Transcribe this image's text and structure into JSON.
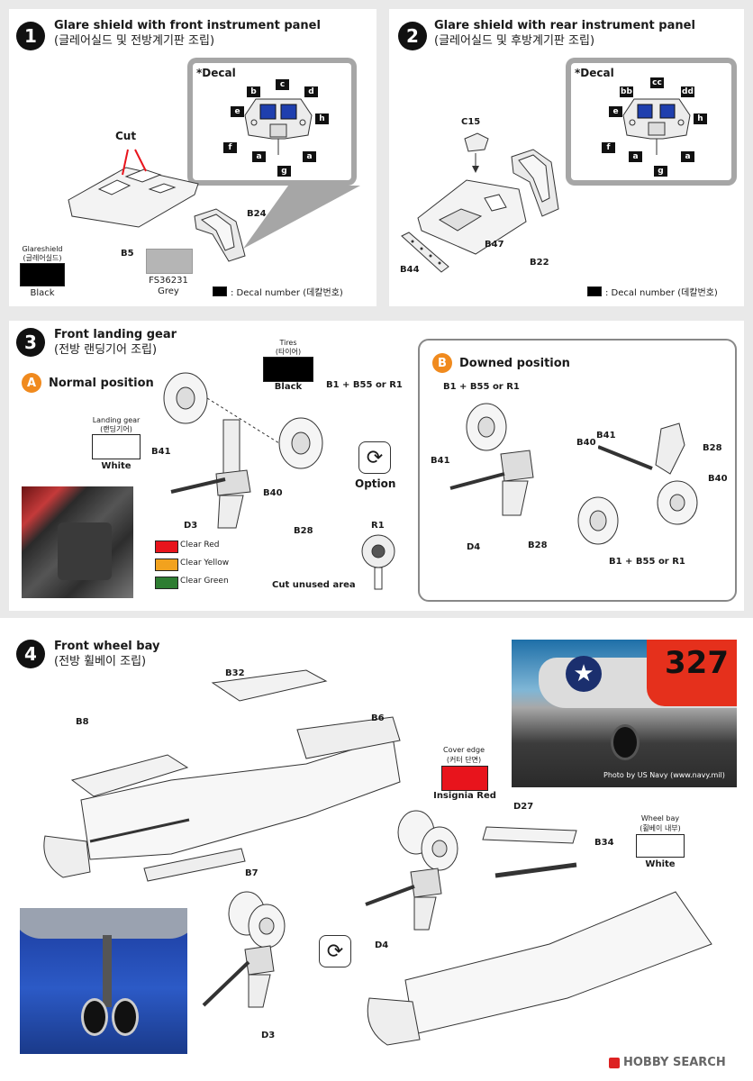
{
  "step1": {
    "num": "1",
    "title": "Glare shield with front instrument panel",
    "subtitle": "(글레어실드 및 전방계기판 조립)",
    "decal_title": "*Decal",
    "decal_tags": [
      "b",
      "c",
      "d",
      "e",
      "h",
      "f",
      "a",
      "a",
      "g"
    ],
    "cut_label": "Cut",
    "parts": [
      "B24",
      "B5"
    ],
    "glareshield_label": "Glareshield",
    "glareshield_label_kr": "(글레어실드)",
    "glareshield_color_name": "Black",
    "grey_code": "FS36231",
    "grey_name": "Grey",
    "decal_number_note": ": Decal number (데칼번호)"
  },
  "step2": {
    "num": "2",
    "title": "Glare shield with rear instrument panel",
    "subtitle": "(글레어실드 및 후방계기판 조립)",
    "decal_title": "*Decal",
    "decal_tags": [
      "bb",
      "cc",
      "dd",
      "e",
      "h",
      "f",
      "a",
      "a",
      "g"
    ],
    "parts": [
      "C15",
      "B47",
      "B22",
      "B44"
    ],
    "decal_number_note": ": Decal number (데칼번호)"
  },
  "step3": {
    "num": "3",
    "title": "Front landing gear",
    "subtitle": "(전방 랜딩기어 조립)",
    "option_a": {
      "badge": "A",
      "label": "Normal position"
    },
    "option_b": {
      "badge": "B",
      "label": "Downed position"
    },
    "tires_label": "Tires",
    "tires_label_kr": "(타이어)",
    "tires_color": "Black",
    "gear_label": "Landing gear",
    "gear_label_kr": "(랜딩기어)",
    "gear_color": "White",
    "a_parts": {
      "wheels": "B1 + B55 or R1",
      "b41": "B41",
      "b40": "B40",
      "d3": "D3",
      "b28": "B28"
    },
    "clear_colors": [
      {
        "name": "Clear Red",
        "hex": "#e8141c"
      },
      {
        "name": "Clear Yellow",
        "hex": "#f2a21e"
      },
      {
        "name": "Clear Green",
        "hex": "#2e7d32"
      }
    ],
    "option_label": "Option",
    "r1_label": "R1",
    "cut_unused": "Cut unused area",
    "b_parts": {
      "wheels_top": "B1 + B55 or R1",
      "b40": "B40",
      "b41a": "B41",
      "b41b": "B41",
      "b28a": "B28",
      "b28b": "B28",
      "b40b": "B40",
      "d4": "D4",
      "wheels_bottom": "B1 + B55 or R1"
    }
  },
  "step4": {
    "num": "4",
    "title": "Front wheel bay",
    "subtitle": "(전방 휠베이 조립)",
    "parts": {
      "b32": "B32",
      "b8": "B8",
      "b6": "B6",
      "b7": "B7",
      "d27": "D27",
      "b34": "B34",
      "d4": "D4",
      "d3": "D3"
    },
    "cover_edge_label": "Cover edge",
    "cover_edge_kr": "(커터 단면)",
    "cover_edge_color": "Insignia Red",
    "wheel_bay_label": "Wheel bay",
    "wheel_bay_kr": "(휠베이 내부)",
    "wheel_bay_color": "White",
    "aircraft_number": "327",
    "photo_credit": "Photo by US Navy (www.navy.mil)"
  },
  "watermark": "HOBBY SEARCH",
  "colors": {
    "band": "#e9e9e9",
    "decal_frame": "#a6a6a6",
    "grey_swatch": "#b5b5b5",
    "insignia_red": "#e8141c",
    "orange_badge": "#f08a1e",
    "panel_blue": "#1f3fae"
  }
}
